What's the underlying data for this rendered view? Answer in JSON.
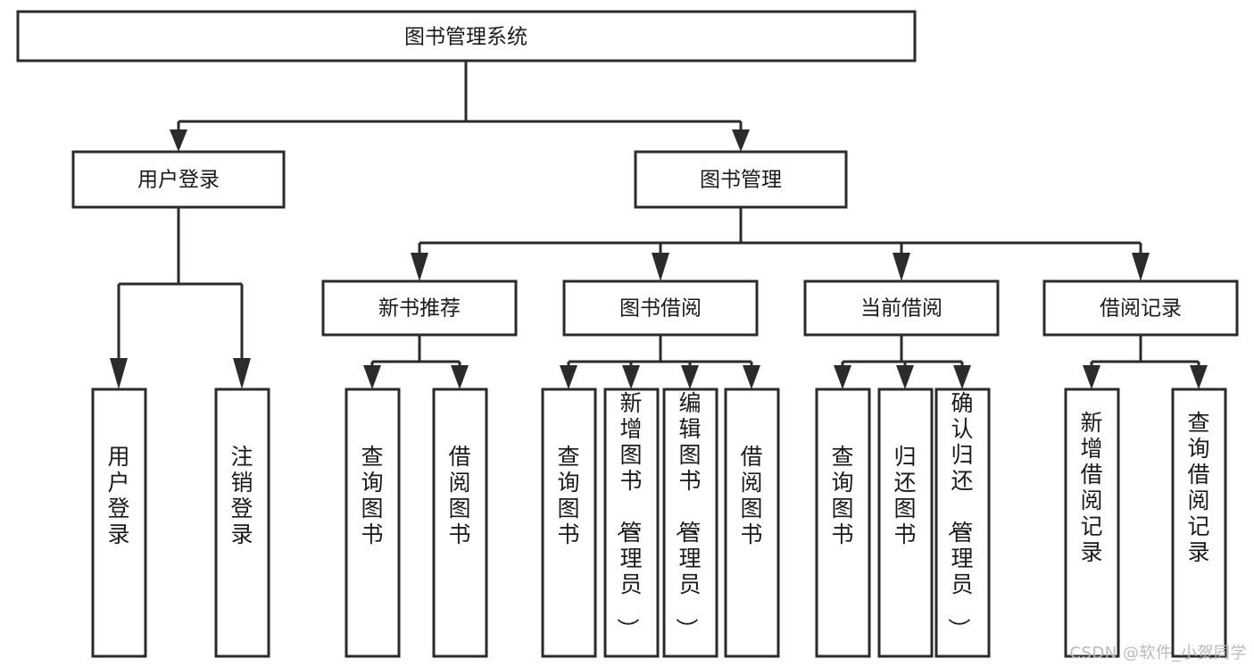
{
  "diagram": {
    "type": "tree",
    "title": "图书管理系统",
    "orientation": "top-down",
    "arrow_style": "solid-triangle",
    "colors": {
      "box_fill": "#ffffff",
      "box_stroke": "#2b2b2b",
      "text": "#1a1a1a",
      "watermark": "#b9b9b9"
    }
  },
  "watermark": {
    "text": "CSDN @软件_小贺同学"
  },
  "nodes": {
    "root": {
      "label": "图书管理系统",
      "level": 0
    },
    "level1": [
      {
        "id": "user-login",
        "label": "用户登录"
      },
      {
        "id": "book-manage",
        "label": "图书管理"
      }
    ],
    "level2": [
      {
        "id": "new-book-recommend",
        "label": "新书推荐",
        "parent": "book-manage"
      },
      {
        "id": "book-borrow",
        "label": "图书借阅",
        "parent": "book-manage"
      },
      {
        "id": "current-borrow",
        "label": "当前借阅",
        "parent": "book-manage"
      },
      {
        "id": "borrow-record",
        "label": "借阅记录",
        "parent": "book-manage"
      }
    ],
    "leaves": {
      "user-login": [
        {
          "id": "leaf-user-login",
          "label": "用户登录"
        },
        {
          "id": "leaf-logout",
          "label": "注销登录"
        }
      ],
      "new-book-recommend": [
        {
          "id": "leaf-query-book-1",
          "label": "查询图书"
        },
        {
          "id": "leaf-borrow-book-1",
          "label": "借阅图书"
        }
      ],
      "book-borrow": [
        {
          "id": "leaf-query-book-2",
          "label": "查询图书"
        },
        {
          "id": "leaf-add-book",
          "label": "新增图书（管理员）"
        },
        {
          "id": "leaf-edit-book",
          "label": "编辑图书（管理员）"
        },
        {
          "id": "leaf-borrow-book-2",
          "label": "借阅图书"
        }
      ],
      "current-borrow": [
        {
          "id": "leaf-query-book-3",
          "label": "查询图书"
        },
        {
          "id": "leaf-return-book",
          "label": "归还图书"
        },
        {
          "id": "leaf-confirm-return",
          "label": "确认归还（管理员）"
        }
      ],
      "borrow-record": [
        {
          "id": "leaf-add-record",
          "label": "新增借阅记录"
        },
        {
          "id": "leaf-query-record",
          "label": "查询借阅记录"
        }
      ]
    }
  }
}
